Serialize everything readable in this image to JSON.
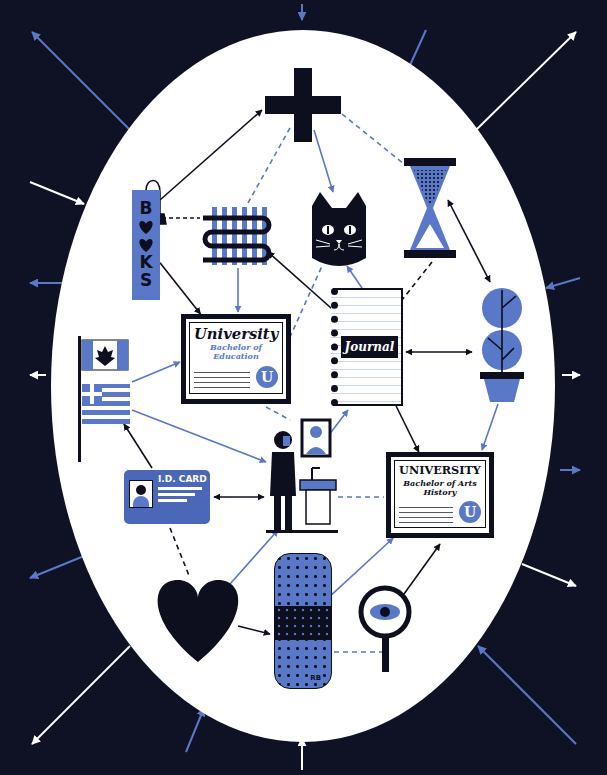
{
  "diagram": {
    "nodes": [
      {
        "text": [
          "B",
          "K",
          "S"
        ]
      },
      {
        "text": [
          "University",
          "Bachelor of Education",
          "U"
        ]
      },
      {
        "text": [
          "Journal"
        ]
      },
      {
        "text": [
          "UNIVERSITY",
          "Bachelor of Arts History",
          "U"
        ]
      },
      {
        "text": [
          "I.D. CARD"
        ]
      },
      {
        "text": [
          "RB"
        ]
      }
    ],
    "edges": [
      {
        "from": 0,
        "to": 1,
        "arrow": "to"
      },
      {
        "from": 2,
        "to": 3,
        "arrow": "to"
      },
      {
        "from": 5,
        "to": 3,
        "arrow": "to"
      }
    ]
  }
}
